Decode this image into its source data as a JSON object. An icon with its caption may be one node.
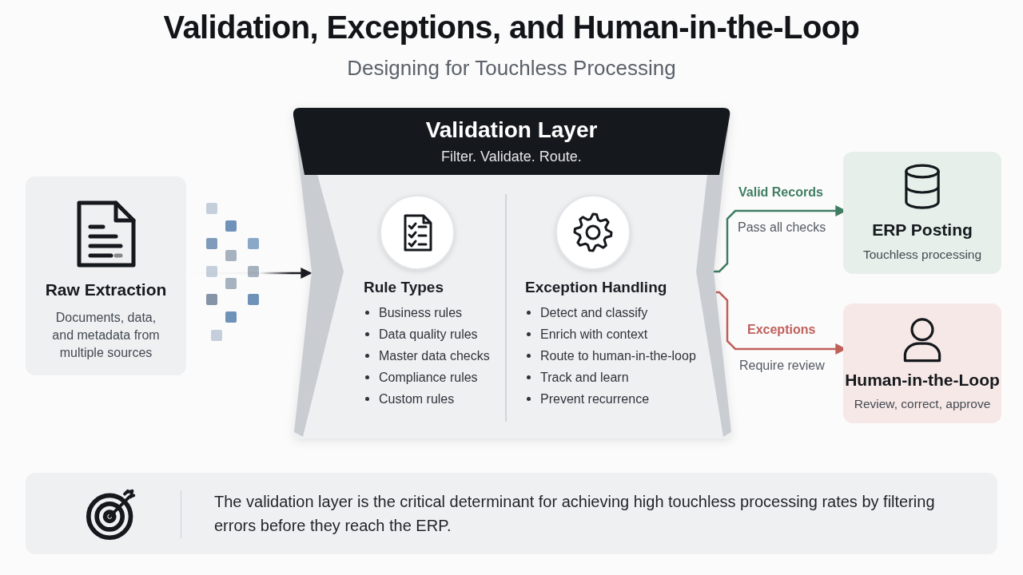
{
  "diagram": {
    "title": "Validation, Exceptions, and Human-in-the-Loop",
    "nodes": [
      {
        "text": [
          "Raw Extraction",
          "Documents, data, and metadata from multiple sources"
        ]
      },
      {
        "text": [
          "Validation Layer",
          "Filter. Validate. Route."
        ]
      },
      {
        "text": [
          "Rule Types",
          "Business rules",
          "Data quality rules",
          "Master data checks",
          "Compliance rules",
          "Custom rules"
        ],
        "in": 1
      },
      {
        "text": [
          "Exception Handling",
          "Detect and classify",
          "Enrich with context",
          "Route to human-in-the-loop",
          "Track and learn",
          "Prevent recurrence"
        ],
        "in": 1
      },
      {
        "text": [
          "ERP Posting",
          "Touchless processing"
        ]
      },
      {
        "text": [
          "Human-in-the-Loop",
          "Review, correct, approve"
        ]
      },
      {
        "text": [
          "The validation layer is the critical determinant for achieving high touchless processing rates by filtering errors before they reach the ERP."
        ]
      }
    ],
    "edges": [
      {
        "from": 0,
        "to": 1,
        "arrow": "to",
        "color": "#1a1d21"
      },
      {
        "from": 1,
        "to": 4,
        "arrow": "to",
        "label": "Valid Records",
        "color": "#3f7d62"
      },
      {
        "from": 1,
        "to": 5,
        "arrow": "to",
        "label": "Exceptions",
        "color": "#c0605a"
      }
    ],
    "labels": [
      "Designing for Touchless Processing",
      "Pass all checks",
      "Require review"
    ]
  }
}
